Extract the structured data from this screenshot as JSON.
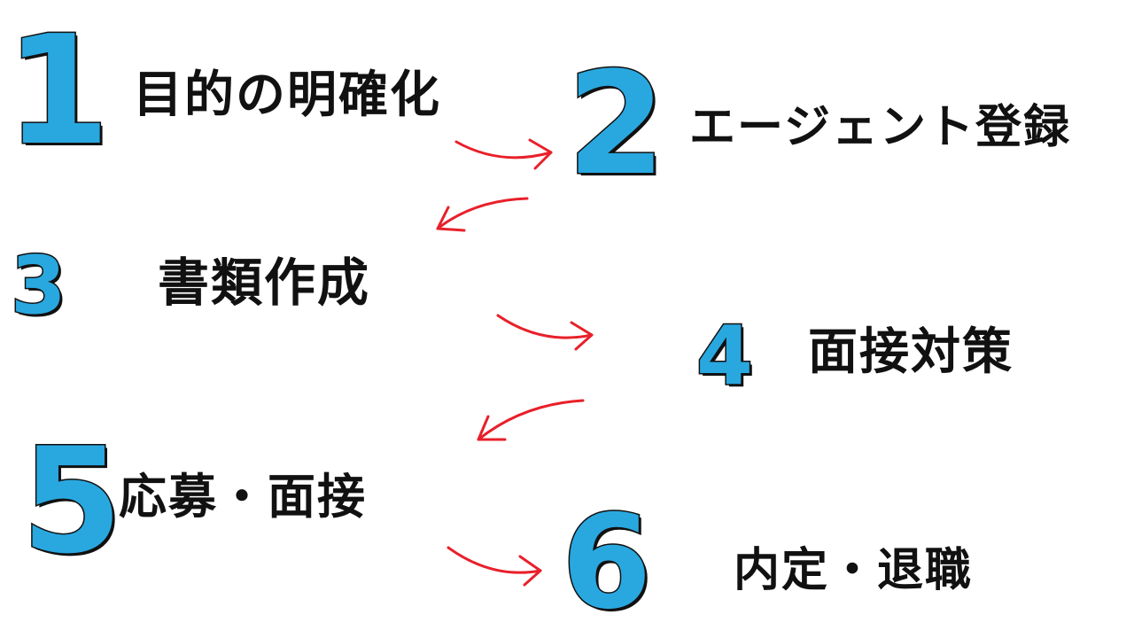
{
  "steps": [
    {
      "number": "1",
      "label": "目的の明確化"
    },
    {
      "number": "2",
      "label": "エージェント登録"
    },
    {
      "number": "3",
      "label": "書類作成"
    },
    {
      "number": "4",
      "label": "面接対策"
    },
    {
      "number": "5",
      "label": "応募・面接"
    },
    {
      "number": "6",
      "label": "内定・退職"
    }
  ],
  "colors": {
    "number_fill": "#29a8e0",
    "number_outline": "#111111",
    "text": "#111111",
    "arrow": "#e8202a",
    "background": "#ffffff"
  }
}
